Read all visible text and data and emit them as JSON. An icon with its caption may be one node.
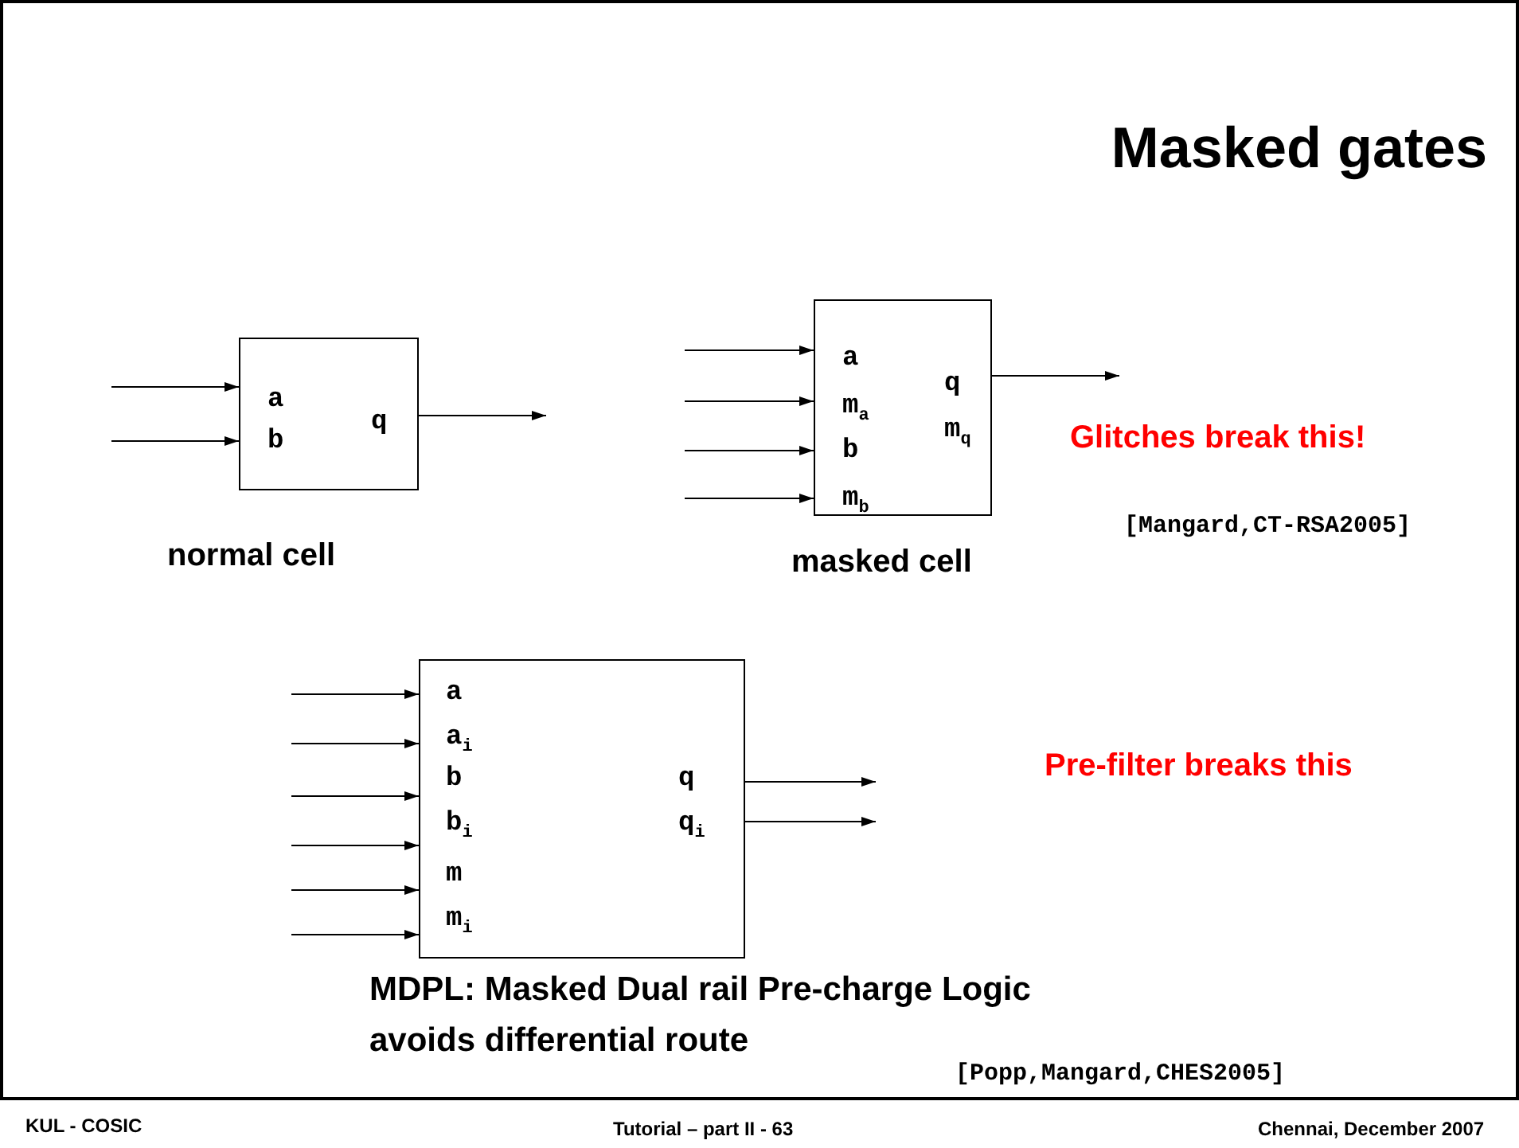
{
  "diagram": {
    "title": "Masked gates",
    "nodes": [
      {
        "text": [
          "a",
          "b",
          "q"
        ],
        "beside": [
          "normal cell"
        ]
      },
      {
        "text": [
          "a",
          "m$_{a}$",
          "b",
          "m$_{b}$",
          "q",
          "m$_{q}$"
        ],
        "beside": [
          "masked cell"
        ]
      },
      {
        "text": [
          "a",
          "a$_{i}$",
          "b",
          "b$_{i}$",
          "m",
          "m$_{i}$",
          "q",
          "q$_{i}$"
        ]
      }
    ],
    "edges": [
      {
        "from": null,
        "to": 0,
        "arrow": "to"
      },
      {
        "from": null,
        "to": 0,
        "arrow": "to"
      },
      {
        "from": 0,
        "to": null,
        "arrow": "to"
      },
      {
        "from": null,
        "to": 1,
        "arrow": "to"
      },
      {
        "from": null,
        "to": 1,
        "arrow": "to"
      },
      {
        "from": null,
        "to": 1,
        "arrow": "to"
      },
      {
        "from": null,
        "to": 1,
        "arrow": "to"
      },
      {
        "from": 1,
        "to": null,
        "arrow": "to"
      },
      {
        "from": null,
        "to": 2,
        "arrow": "to"
      },
      {
        "from": null,
        "to": 2,
        "arrow": "to"
      },
      {
        "from": null,
        "to": 2,
        "arrow": "to"
      },
      {
        "from": null,
        "to": 2,
        "arrow": "to"
      },
      {
        "from": null,
        "to": 2,
        "arrow": "to"
      },
      {
        "from": null,
        "to": 2,
        "arrow": "to"
      },
      {
        "from": 2,
        "to": null,
        "arrow": "to"
      },
      {
        "from": 2,
        "to": null,
        "arrow": "to"
      }
    ],
    "labels": [
      "Glitches break this!",
      "[Mangard,CT-RSA2005]",
      "Pre-filter breaks this",
      "MDPL: Masked Dual rail Pre-charge Logic",
      "avoids differential route",
      "[Popp,Mangard,CHES2005]",
      "KUL - COSIC",
      "Tutorial – part II - 63",
      "Chennai, December 2007"
    ]
  }
}
